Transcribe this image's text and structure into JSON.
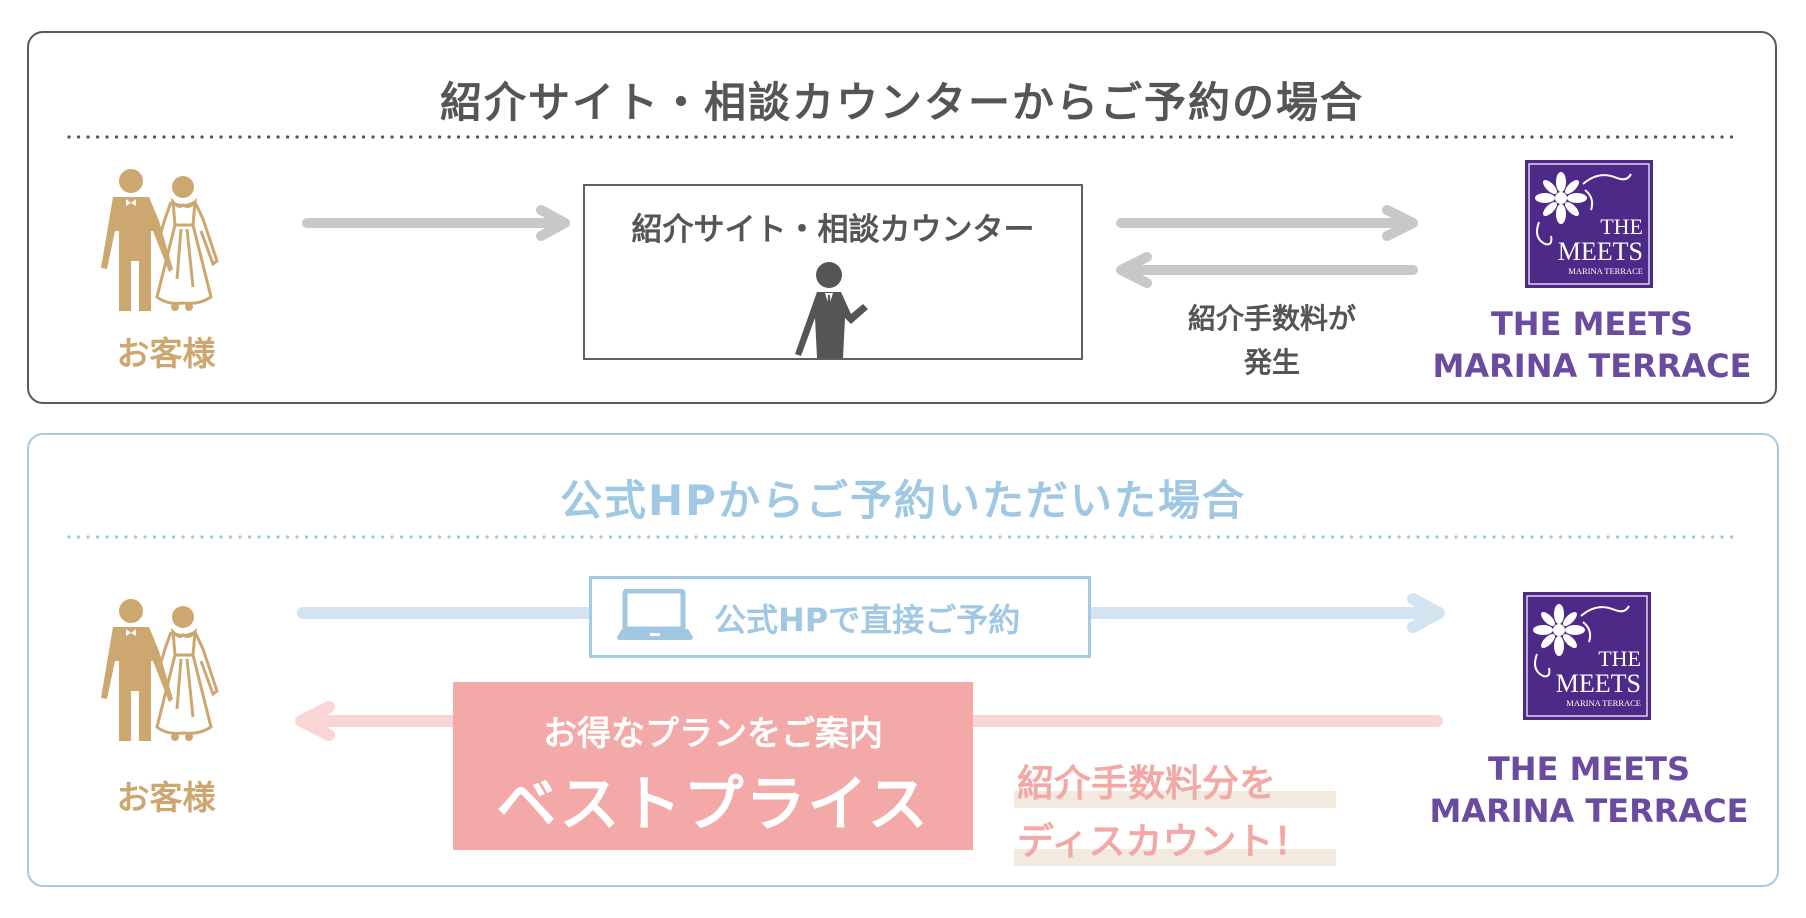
{
  "colors": {
    "dark_gray": "#555555",
    "arrow_gray": "#c8c8c8",
    "gold": "#cca76f",
    "purple": "#6b4ba0",
    "logo_purple": "#4e2a88",
    "light_blue": "#a0c8e2",
    "blue_arrow": "#d2e4f0",
    "pink": "#f2a9a8",
    "pink_arrow": "#f9d6d5",
    "highlight": "#f3eadf"
  },
  "top_section": {
    "title": "紹介サイト・相談カウンターからご予約の場合",
    "customer_label": "お客様",
    "counter_box_label": "紹介サイト・相談カウンター",
    "fee_note_line1": "紹介手数料が",
    "fee_note_line2": "発生",
    "venue_name_line1": "THE MEETS",
    "venue_name_line2": "MARINA TERRACE",
    "icons": [
      "couple-icon",
      "staff-person-icon",
      "arrow-right-icon",
      "arrow-right-icon",
      "arrow-left-icon",
      "venue-logo"
    ]
  },
  "bottom_section": {
    "title": "公式HPからご予約いただいた場合",
    "customer_label": "お客様",
    "direct_booking_label": "公式HPで直接ご予約",
    "plan_line1": "お得なプランをご案内",
    "plan_line2": "ベストプライス",
    "discount_line1": "紹介手数料分を",
    "discount_line2": "ディスカウント！",
    "venue_name_line1": "THE MEETS",
    "venue_name_line2": "MARINA TERRACE",
    "icons": [
      "couple-icon",
      "laptop-icon",
      "arrow-right-icon",
      "arrow-left-icon",
      "venue-logo"
    ]
  },
  "logo": {
    "line1": "THE",
    "line2": "MEETS",
    "line3": "MARINA TERRACE"
  }
}
